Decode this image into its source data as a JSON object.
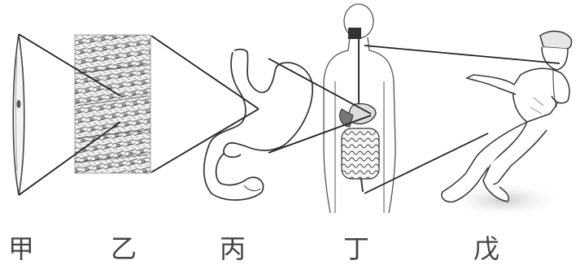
{
  "labels": {
    "cell": "甲",
    "tissue": "乙",
    "organ": "丙",
    "system": "丁",
    "organism": "戊"
  }
}
